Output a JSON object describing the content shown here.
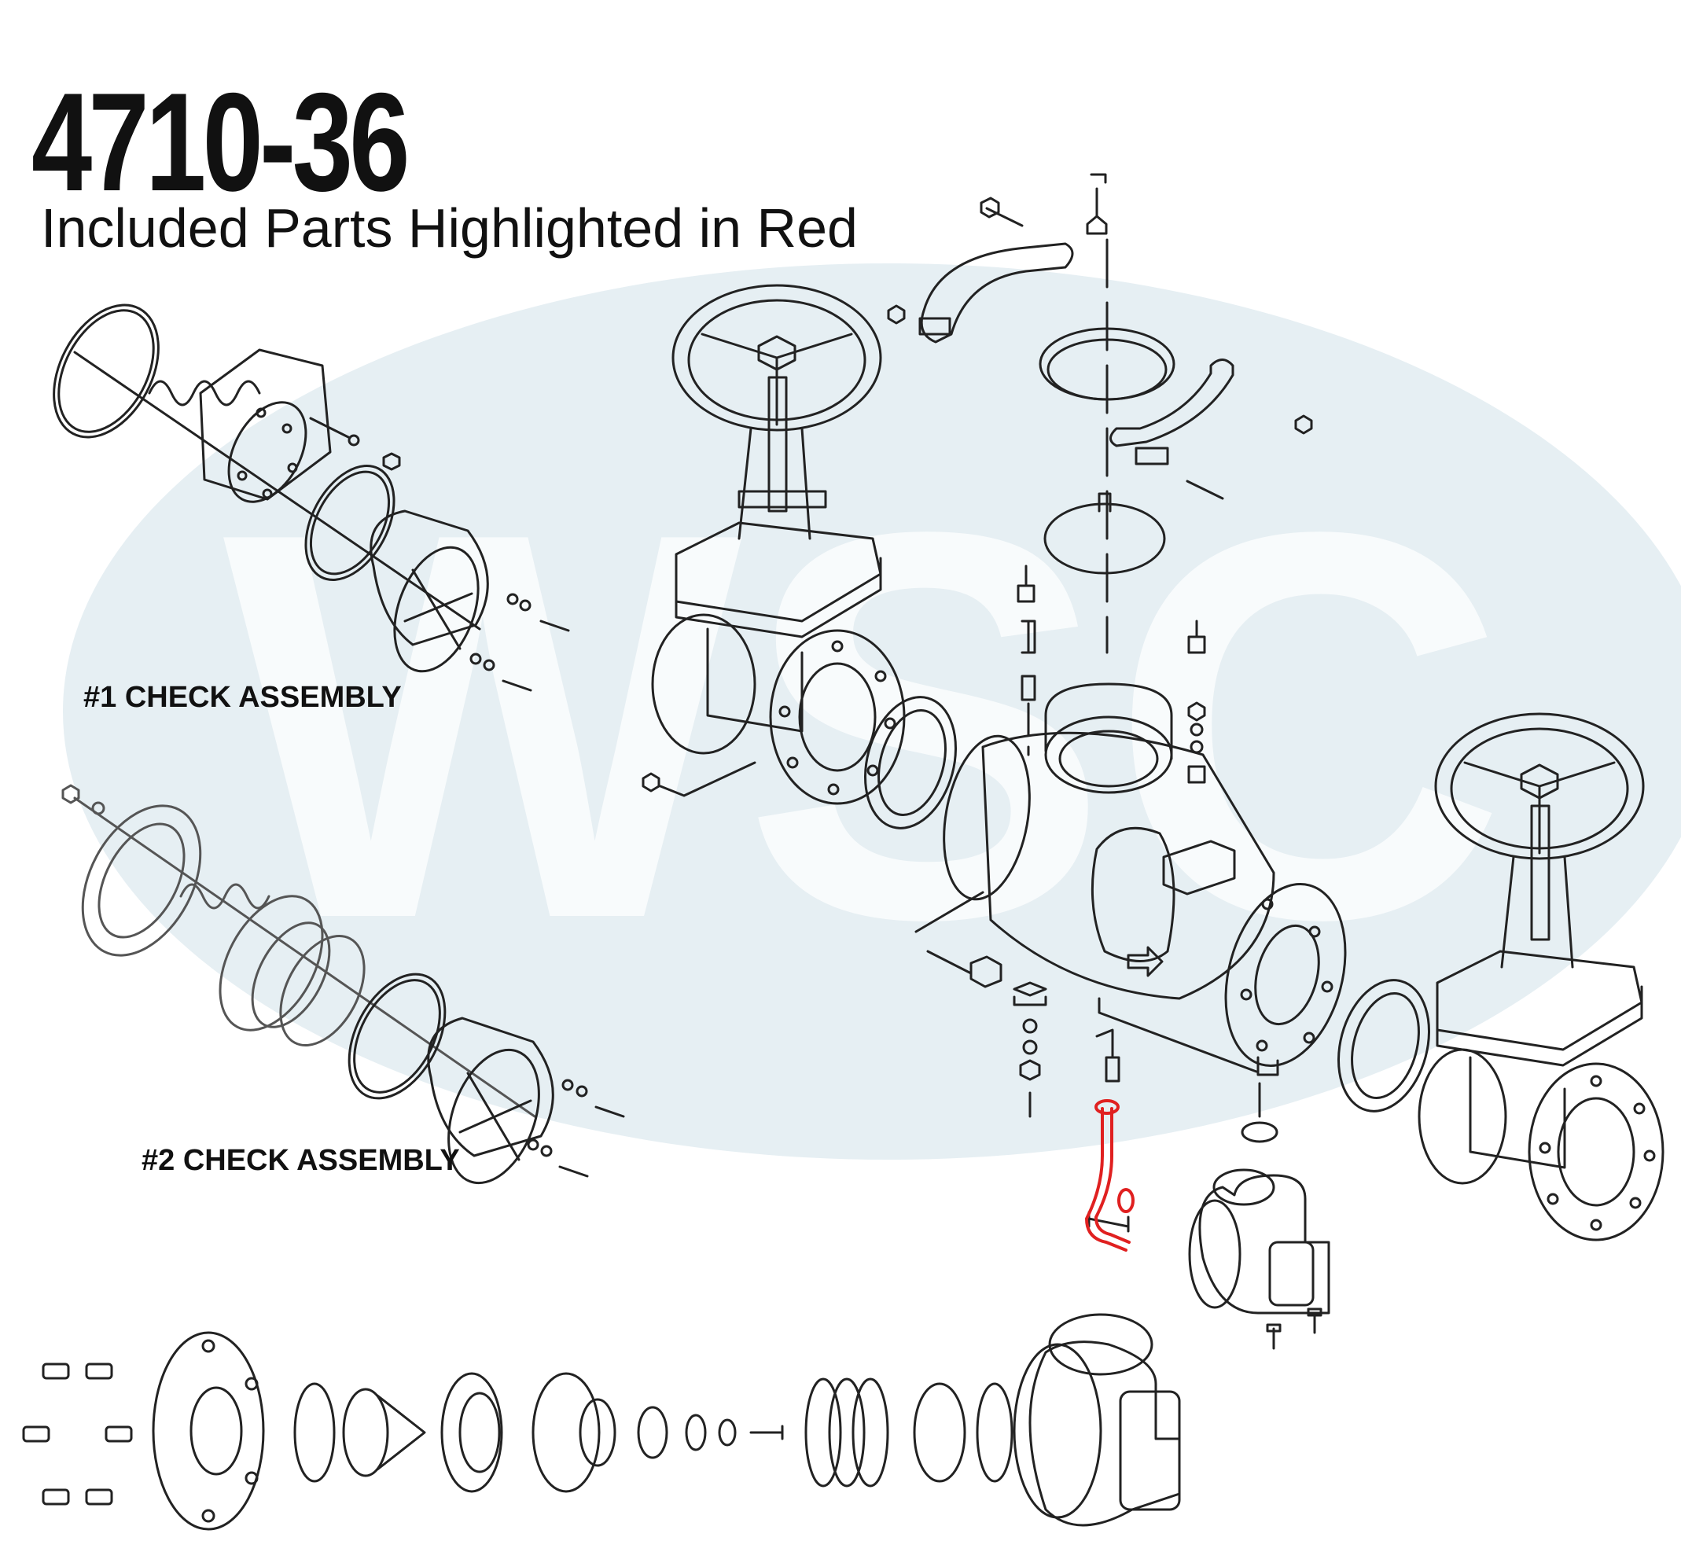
{
  "header": {
    "part_number": "4710-36",
    "subtitle": "Included Parts Highlighted in Red"
  },
  "labels": {
    "check_assembly_1": "#1 CHECK ASSEMBLY",
    "check_assembly_2": "#2 CHECK ASSEMBLY"
  },
  "watermark": {
    "text": "WSC"
  },
  "colors": {
    "line": "#222222",
    "highlight": "#e02020",
    "watermark": "#e6eff3",
    "watermark_text": "#ffffff",
    "background": "#ffffff"
  }
}
